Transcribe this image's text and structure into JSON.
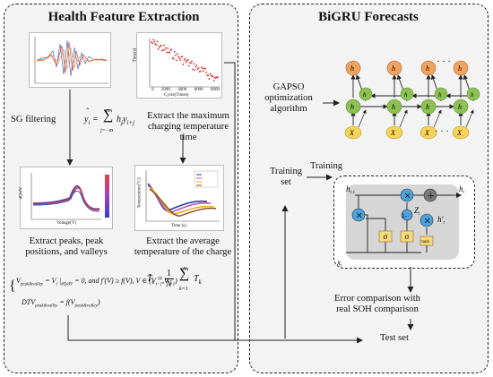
{
  "left": {
    "title": "Health Feature Extraction",
    "sg_label": "SG filtering",
    "max_temp_label": "Extract the maximum charging temperature time",
    "peaks_label": "Extract peaks, peak positions, and valleys",
    "avg_temp_label": "Extract the average temperature of the charge",
    "plot_time_ylabel": "Time(s)",
    "plot_time_xlabel": "Cycle(Times)",
    "plot_time_xticks": [
      "0",
      "2000",
      "4000",
      "6000",
      "8000"
    ],
    "plot_ic_ylabel": "dQ/dV",
    "plot_ic_xlabel": "Voltage(V)",
    "plot_temp_ylabel": "Temperature(°C)",
    "plot_temp_xlabel": "Time (s)"
  },
  "right": {
    "title": "BiGRU Forecasts",
    "gapso_label": "GAPSO optimization algorithm",
    "training_set_label": "Training set",
    "training_label": "Training",
    "error_label": "Error comparison with real SOH comparison",
    "test_set_label": "Test set",
    "node_h": "h",
    "node_x": "X",
    "ellipsis": "· · ·",
    "gru": {
      "h_prev": "h",
      "h_out": "h",
      "h_cand": "h'",
      "z": "Z",
      "x": "x",
      "sigma": "σ",
      "tanh": "tanh",
      "minus": "1-",
      "times": "×",
      "plus": "+"
    }
  },
  "colors": {
    "orange": "#f0a25e",
    "green": "#8cc152",
    "yellow": "#f5d35a",
    "blue_op": "#4aa3df",
    "gray_op": "#777777",
    "gate": "#f7d97e",
    "gru_bg": "#d6d6d6"
  }
}
